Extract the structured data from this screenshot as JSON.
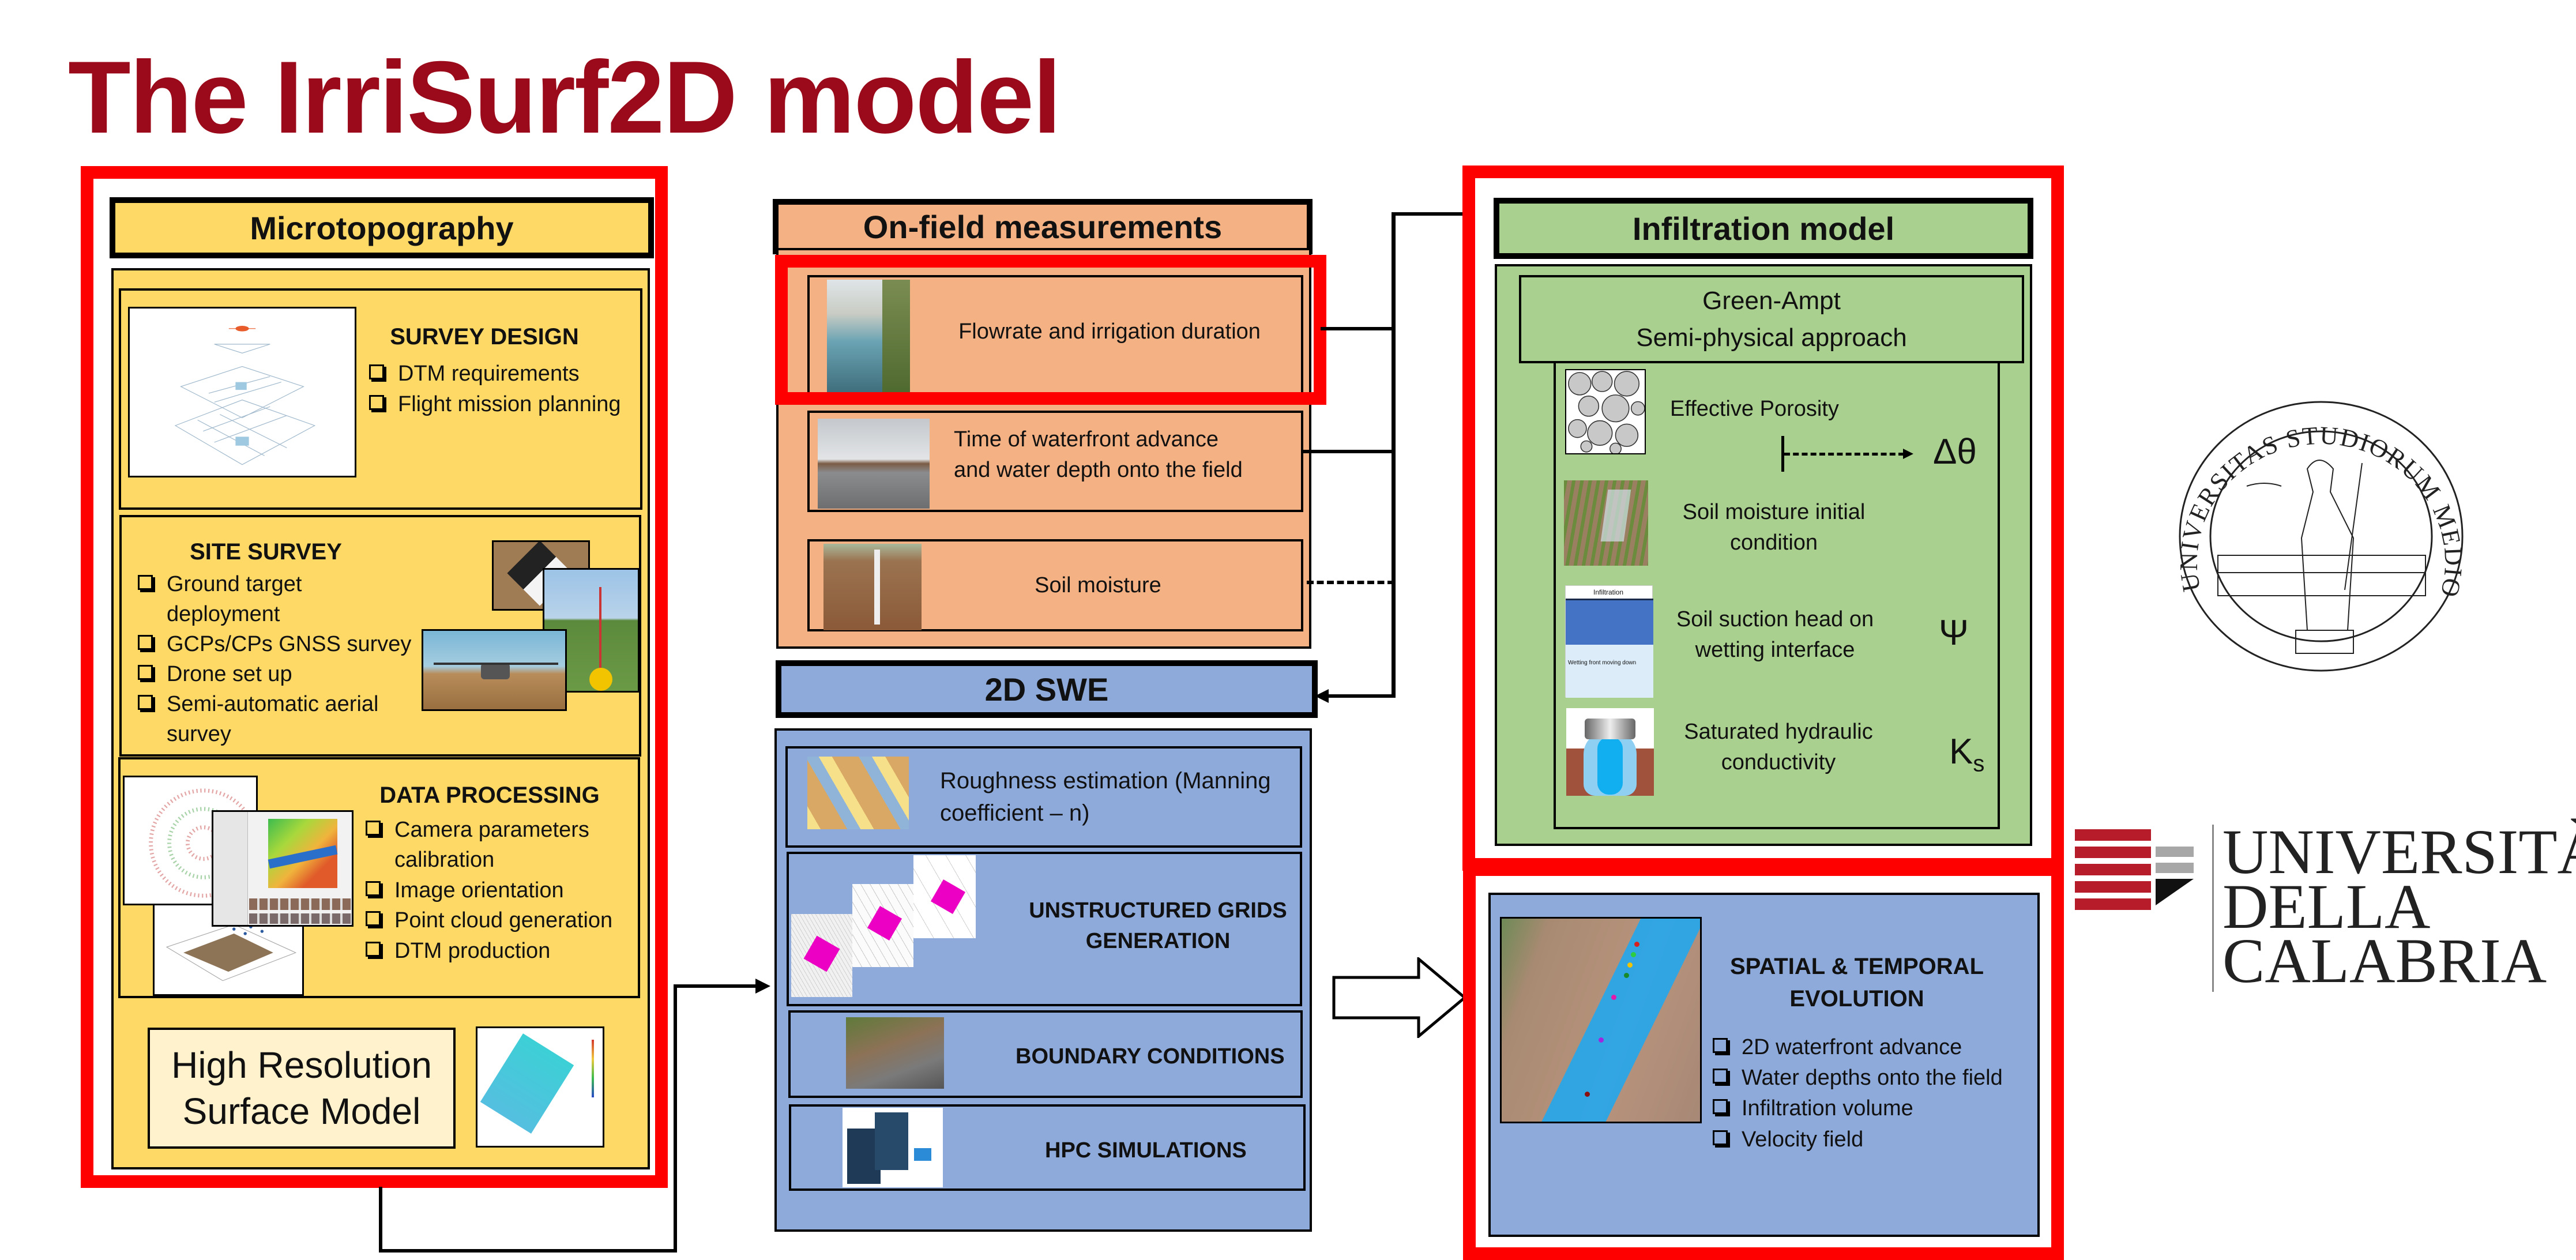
{
  "slide": {
    "title": "The IrriSurf2D model"
  },
  "microtopography": {
    "header": "Microtopography",
    "survey_design": {
      "title": "SURVEY DESIGN",
      "items": [
        "DTM requirements",
        "Flight mission planning"
      ]
    },
    "site_survey": {
      "title": "SITE SURVEY",
      "items": [
        "Ground target deployment",
        "GCPs/CPs GNSS survey",
        "Drone set up",
        "Semi-automatic aerial survey"
      ]
    },
    "data_processing": {
      "title": "DATA PROCESSING",
      "items": [
        "Camera parameters calibration",
        "Image orientation",
        "Point cloud generation",
        "DTM production"
      ]
    },
    "output_label_line1": "High Resolution",
    "output_label_line2": "Surface Model"
  },
  "on_field": {
    "header": "On-field measurements",
    "items": [
      {
        "label": "Flowrate and irrigation duration"
      },
      {
        "label_line1": "Time of waterfront advance",
        "label_line2": "and water depth onto the field"
      },
      {
        "label": "Soil moisture"
      }
    ]
  },
  "swe": {
    "header": "2D SWE",
    "items": [
      {
        "label_line1": "Roughness estimation (Manning",
        "label_line2": "coefficient – n)"
      },
      {
        "label_line1": "UNSTRUCTURED  GRIDS",
        "label_line2": "GENERATION"
      },
      {
        "label": "BOUNDARY CONDITIONS"
      },
      {
        "label": "HPC SIMULATIONS"
      }
    ]
  },
  "infiltration": {
    "header": "Infiltration model",
    "approach_line1": "Green-Ampt",
    "approach_line2": "Semi-physical approach",
    "params": [
      {
        "label": "Effective Porosity"
      },
      {
        "label_line1": "Soil moisture initial",
        "label_line2": "condition"
      },
      {
        "label_line1": "Soil suction head on",
        "label_line2": "wetting interface",
        "symbol": "Ψ"
      },
      {
        "label_line1": "Saturated hydraulic",
        "label_line2": "conductivity",
        "symbol": "K",
        "symbol_sub": "s"
      }
    ],
    "delta_symbol": "Δθ",
    "thumb_infiltration_caption": "Infiltration",
    "thumb_wetting_caption": "Wetting front moving down"
  },
  "results": {
    "title_line1": "SPATIAL & TEMPORAL",
    "title_line2": "EVOLUTION",
    "items": [
      "2D waterfront advance",
      "Water depths onto the field",
      "Infiltration volume",
      "Velocity field"
    ]
  },
  "logos": {
    "unimi_text": "UNIVERSITAS STUDIORUM MEDIOLANENSIS",
    "unical_line1": "UNIVERSITÀ",
    "unical_line2": "DELLA",
    "unical_line3": "CALABRIA"
  },
  "colors": {
    "title": "#9b0a1a",
    "highlight_frame": "#ff0000",
    "microtopography": "#ffd966",
    "on_field": "#f4b183",
    "swe": "#8eaadb",
    "infiltration": "#a9d08e",
    "unical_red": "#b71c2b"
  }
}
